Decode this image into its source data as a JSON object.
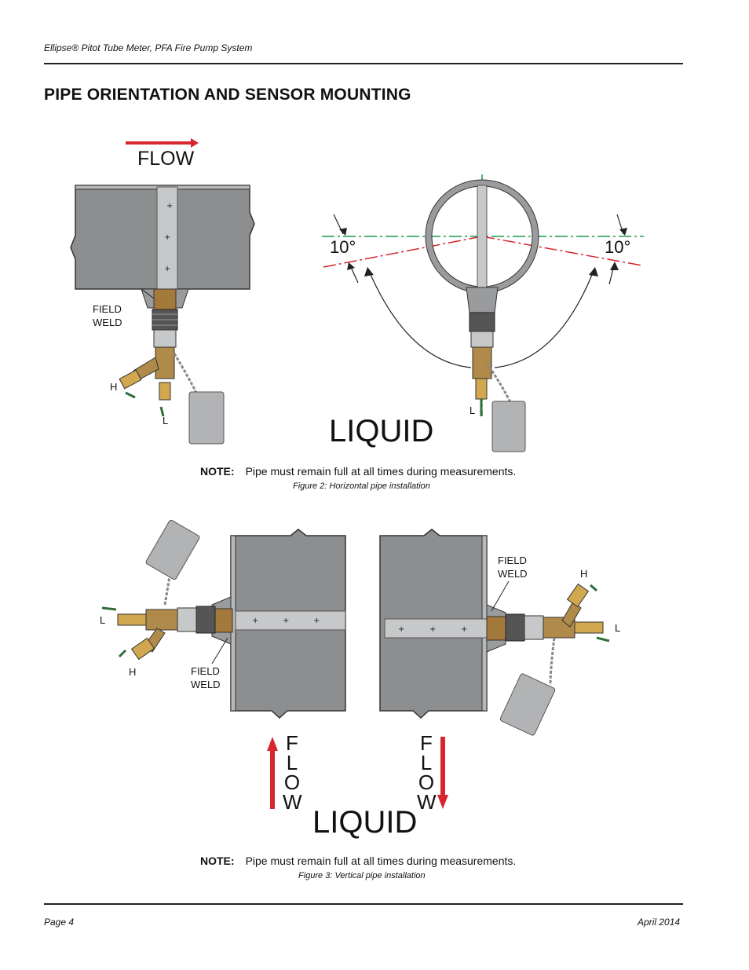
{
  "header": {
    "title": "Ellipse® Pitot Tube Meter, PFA Fire Pump System"
  },
  "section": {
    "title": "PIPE ORIENTATION AND SENSOR MOUNTING"
  },
  "figure2": {
    "flow_label": "FLOW",
    "field_weld": [
      "FIELD",
      "WELD"
    ],
    "h_label": "H",
    "l_label": "L",
    "l_label_right": "L",
    "angle_left": "10°",
    "angle_right": "10°",
    "liquid_label": "LIQUID",
    "note_label": "NOTE:",
    "note_text": "Pipe must remain full at all times during measurements.",
    "caption": "Figure 2:  Horizontal pipe installation"
  },
  "figure3": {
    "field_weld_left": [
      "FIELD",
      "WELD"
    ],
    "field_weld_right": [
      "FIELD",
      "WELD"
    ],
    "l_label_left": "L",
    "h_label_left": "H",
    "h_label_right": "H",
    "l_label_right": "L",
    "flow_up": "FLOW",
    "flow_down": "FLOW",
    "liquid_label": "LIQUID",
    "note_label": "NOTE:",
    "note_text": "Pipe must remain full at all times during measurements.",
    "caption": "Figure 3:  Vertical pipe installation"
  },
  "footer": {
    "page": "Page 4",
    "date": "April 2014"
  },
  "colors": {
    "flow_arrow": "#d7262e",
    "pipe_gray": "#8d8e90",
    "brass": "#b08a4a",
    "centerline": "#1f9a4a"
  }
}
